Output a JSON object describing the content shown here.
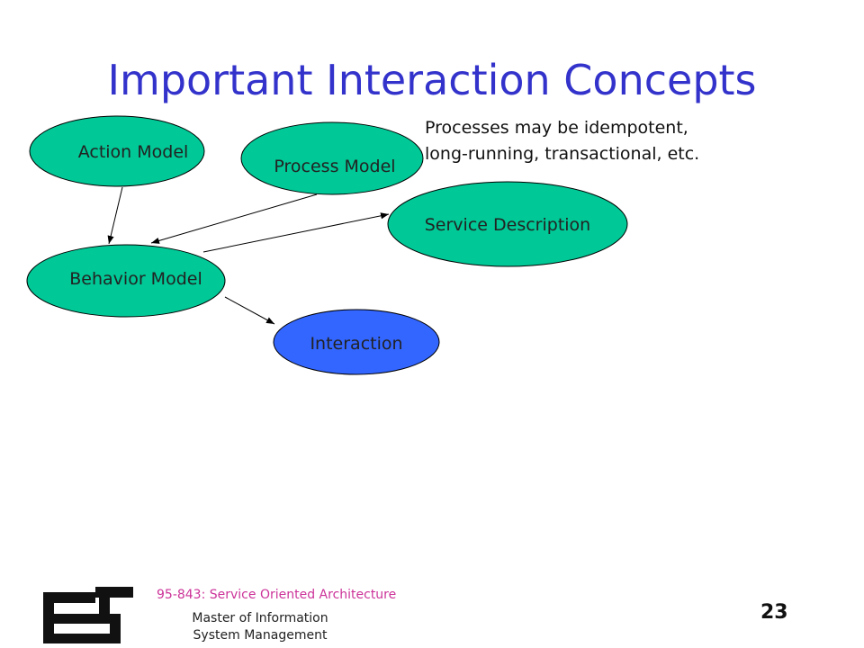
{
  "slide": {
    "title": "Important Interaction Concepts",
    "note_lines": [
      "Processes may be idempotent,",
      "long-running, transactional, etc."
    ]
  },
  "diagram": {
    "nodes": {
      "action_model": "Action Model",
      "process_model": "Process Model",
      "service_description": "Service Description",
      "behavior_model": "Behavior Model",
      "interaction": "Interaction"
    },
    "colors": {
      "model_fill": "#00c896",
      "interaction_fill": "#3366ff",
      "stroke": "#000000"
    }
  },
  "footer": {
    "course": "95-843: Service Oriented Architecture",
    "program": "Master of Information System Management",
    "page_number": "23",
    "logo_icon": "school-logo-icon"
  }
}
